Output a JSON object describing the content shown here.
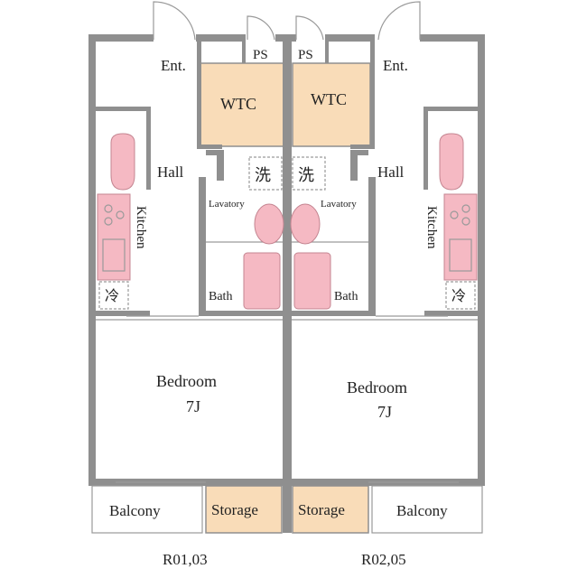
{
  "units": [
    {
      "code": "R01,03",
      "rooms": {
        "entrance": "Ent.",
        "toilet": "WTC",
        "pipe_shaft": "PS",
        "hall": "Hall",
        "kitchen": "Kitchen",
        "washer": "洗",
        "fridge": "冷",
        "lavatory": "Lavatory",
        "bath": "Bath",
        "bedroom": "Bedroom",
        "bedroom_size": "7J",
        "storage": "Storage",
        "balcony": "Balcony"
      }
    },
    {
      "code": "R02,05",
      "rooms": {
        "entrance": "Ent.",
        "toilet": "WTC",
        "pipe_shaft": "PS",
        "hall": "Hall",
        "kitchen": "Kitchen",
        "washer": "洗",
        "fridge": "冷",
        "lavatory": "Lavatory",
        "bath": "Bath",
        "bedroom": "Bedroom",
        "bedroom_size": "7J",
        "storage": "Storage",
        "balcony": "Balcony"
      }
    }
  ],
  "colors": {
    "wall": "#8f8f8f",
    "wet_area": "#f9dcb8",
    "fixture": "#f5b9c3",
    "background": "#ffffff"
  }
}
